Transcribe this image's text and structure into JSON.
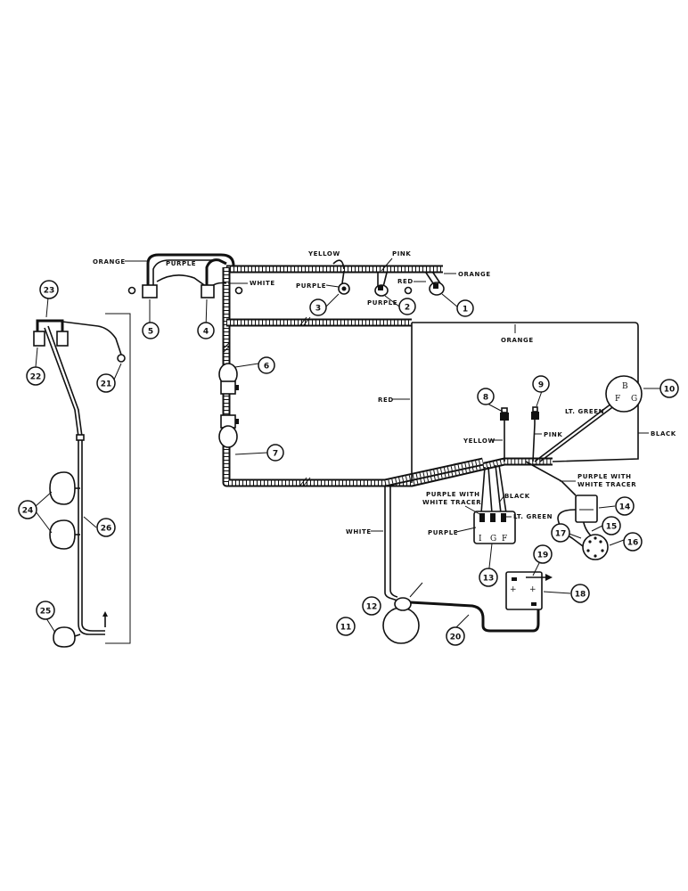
{
  "diagram": {
    "wire_labels": {
      "orange_top_left": "ORANGE",
      "purple_top": "PURPLE",
      "white_top": "WHITE",
      "yellow_top": "YELLOW",
      "pink_top": "PINK",
      "orange_top_right": "ORANGE",
      "purple_switch3": "PURPLE",
      "red_top": "RED",
      "purple_switch2": "PURPLE",
      "orange_main": "ORANGE",
      "red_main": "RED",
      "lt_green_top": "LT. GREEN",
      "black_right": "BLACK",
      "yellow_mid": "YELLOW",
      "pink_mid": "PINK",
      "purple_tracer_right": "PURPLE WITH",
      "purple_tracer_right_2": "WHITE TRACER",
      "purple_tracer_left": "PURPLE WITH",
      "purple_tracer_left_2": "WHITE TRACER",
      "black_mid": "BLACK",
      "lt_green_mid": "LT. GREEN",
      "white_lower": "WHITE",
      "purple_lower": "PURPLE"
    },
    "terminals": {
      "gen_b": "B",
      "gen_f": "F",
      "gen_g": "G",
      "reg_i": "I",
      "reg_g": "G",
      "reg_f": "F",
      "batt_plus_top": "+",
      "batt_plus_bottom": "+"
    },
    "callouts": [
      "1",
      "2",
      "3",
      "4",
      "5",
      "6",
      "7",
      "8",
      "9",
      "10",
      "11",
      "12",
      "13",
      "14",
      "15",
      "16",
      "17",
      "18",
      "19",
      "20",
      "21",
      "22",
      "23",
      "24",
      "25",
      "26"
    ]
  }
}
